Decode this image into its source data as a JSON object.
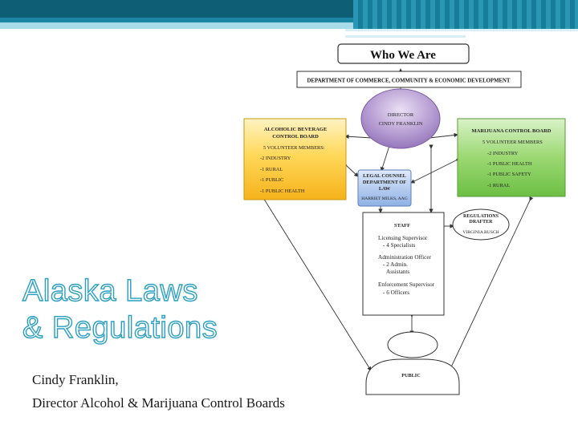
{
  "slide": {
    "title_line1": "Alaska Laws",
    "title_line2": "& Regulations",
    "subtitle_line1": "Cindy Franklin,",
    "subtitle_line2": "Director Alcohol & Marijuana Control Boards"
  },
  "org_chart": {
    "heading": "Who We Are",
    "department": "DEPARTMENT OF COMMERCE, COMMUNITY & ECONOMIC DEVELOPMENT",
    "director": {
      "title": "DIRECTOR",
      "name": "CINDY FRANKLIN"
    },
    "abc_board": {
      "title1": "ALCOHOLIC BEVERAGE",
      "title2": "CONTROL BOARD",
      "members": "5 VOLUNTEER MEMBERS:",
      "items": [
        "-2 INDUSTRY",
        "-1 RURAL",
        "-1 PUBLIC",
        "-1 PUBLIC HEALTH"
      ]
    },
    "mcb_board": {
      "title": "MARIJUANA CONTROL BOARD",
      "members": "5 VOLUNTEER MEMBERS",
      "items": [
        "-2 INDUSTRY",
        "-1 PUBLIC HEALTH",
        "-1 PUBLIC SAFETY",
        "-1 RURAL"
      ]
    },
    "legal": {
      "line1": "LEGAL COUNSEL",
      "line2": "DEPARTMENT OF",
      "line3": "LAW",
      "name": "HARRIET MILKS, AAG"
    },
    "regs": {
      "line1": "REGULATIONS",
      "line2": "DRAFTER",
      "name": "VIRGINIA RUSCH"
    },
    "staff": {
      "title": "STAFF",
      "lines": [
        "Licensing Supervisor",
        "- 4 Specialists",
        "Administration Officer",
        "- 2 Admin.",
        "Assistants",
        "Enforcement Supervisor",
        "- 6 Officers"
      ]
    },
    "public": "PUBLIC"
  },
  "colors": {
    "header_dark": "#0e5f75",
    "title_outline": "#2a9fc0",
    "abc_fill": "#ffd23f",
    "mcb_fill": "#8fd36a",
    "director_fill": "#a990c8",
    "legal_fill": "#a9c4ec"
  }
}
